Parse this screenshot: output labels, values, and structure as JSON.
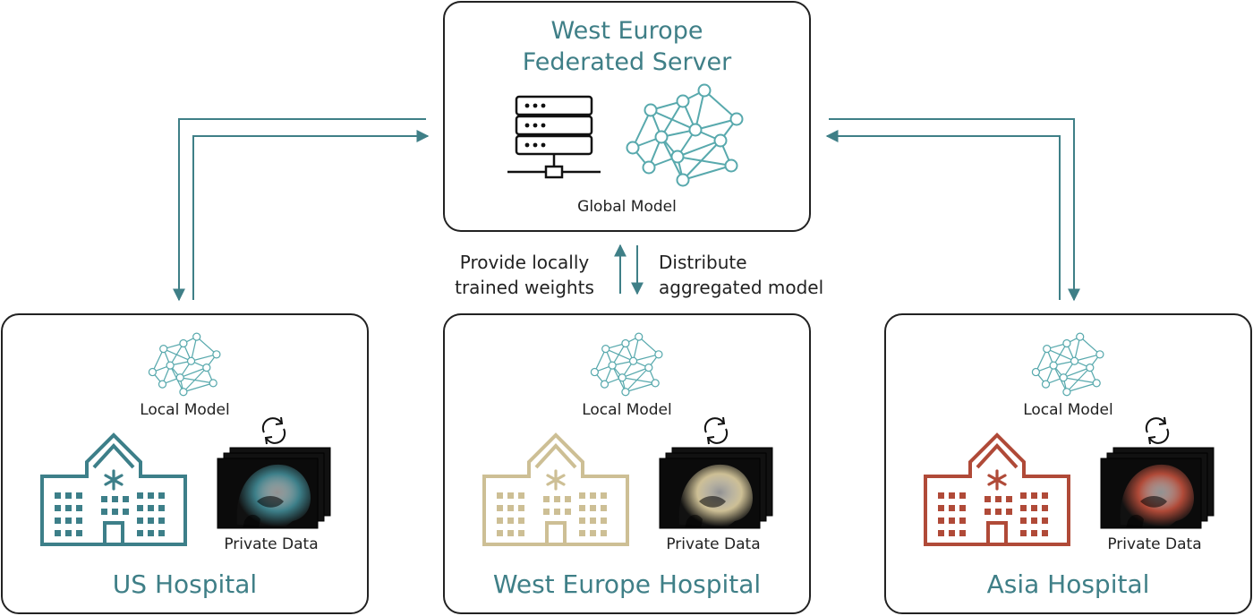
{
  "server": {
    "title_line1": "West Europe",
    "title_line2": "Federated Server",
    "model_label": "Global Model"
  },
  "edges": {
    "upload_line1": "Provide locally",
    "upload_line2": "trained weights",
    "download_line1": "Distribute",
    "download_line2": "aggregated model"
  },
  "hospitals": [
    {
      "name": "US Hospital",
      "model_label": "Local Model",
      "data_label": "Private Data",
      "color": "#3d7f89"
    },
    {
      "name": "West Europe Hospital",
      "model_label": "Local Model",
      "data_label": "Private Data",
      "color": "#cdbf95"
    },
    {
      "name": "Asia Hospital",
      "model_label": "Local Model",
      "data_label": "Private Data",
      "color": "#b04a38"
    }
  ],
  "colors": {
    "accent": "#3f7f87",
    "network": "#58a9ad",
    "outline": "#222222"
  }
}
